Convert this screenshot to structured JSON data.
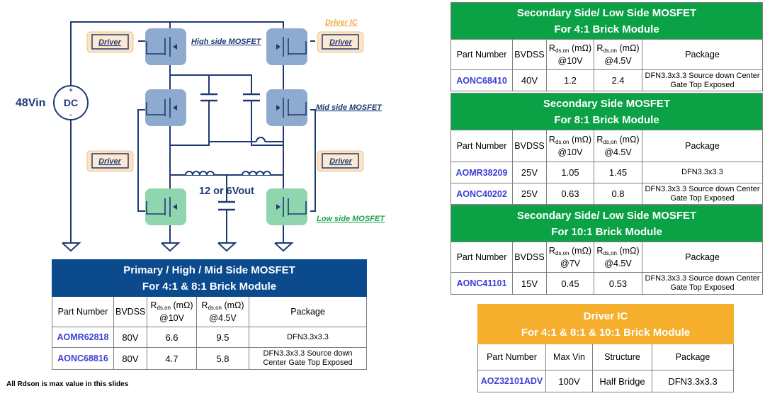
{
  "schematic": {
    "vin_label": "48Vin",
    "source_label": "DC",
    "plus": "+",
    "minus": "-",
    "driver_label": "Driver",
    "driver_ic_label": "Driver IC",
    "high_side_label": "High side MOSFET",
    "mid_side_label": "Mid side MOSFET",
    "low_side_label": "Low side MOSFET",
    "vout_label": "12 or 6Vout",
    "colors": {
      "wire": "#1f3b73",
      "blue_fet": "#8faacf",
      "green_fet": "#8fd5ae",
      "driver_fill": "#fbe3c8",
      "driver_text": "#1f3b73",
      "label_blue": "#1f3b73",
      "label_green": "#1aa34a",
      "label_orange": "#f2a940"
    }
  },
  "table_primary": {
    "title_line1": "Primary / High / Mid Side MOSFET",
    "title_line2": "For 4:1 & 8:1 Brick Module",
    "col_part": "Part Number",
    "col_bvdss": "BVDSS",
    "col_r1_unit": "(mΩ)",
    "col_r1_cond": "@10V",
    "col_r2_unit": "(mΩ)",
    "col_r2_cond": "@4.5V",
    "col_pkg": "Package",
    "rows": [
      {
        "part": "AOMR62818",
        "bvdss": "80V",
        "r1": "6.6",
        "r2": "9.5",
        "pkg": "DFN3.3x3.3"
      },
      {
        "part": "AONC68816",
        "bvdss": "80V",
        "r1": "4.7",
        "r2": "5.8",
        "pkg": "DFN3.3x3.3 Source down Center Gate Top Exposed"
      }
    ]
  },
  "table_sec_41": {
    "title_line1": "Secondary Side/ Low Side MOSFET",
    "title_line2": "For 4:1 Brick Module",
    "col_part": "Part Number",
    "col_bvdss": "BVDSS",
    "col_r1_unit": "(mΩ)",
    "col_r1_cond": "@10V",
    "col_r2_unit": "(mΩ)",
    "col_r2_cond": "@4.5V",
    "col_pkg": "Package",
    "rows": [
      {
        "part": "AONC68410",
        "bvdss": "40V",
        "r1": "1.2",
        "r2": "2.4",
        "pkg": "DFN3.3x3.3 Source down Center Gate Top Exposed"
      }
    ]
  },
  "table_sec_81": {
    "title_line1": "Secondary Side MOSFET",
    "title_line2": "For 8:1 Brick Module",
    "col_part": "Part Number",
    "col_bvdss": "BVDSS",
    "col_r1_unit": "(mΩ)",
    "col_r1_cond": "@10V",
    "col_r2_unit": "(mΩ)",
    "col_r2_cond": "@4.5V",
    "col_pkg": "Package",
    "rows": [
      {
        "part": "AOMR38209",
        "bvdss": "25V",
        "r1": "1.05",
        "r2": "1.45",
        "pkg": "DFN3.3x3.3"
      },
      {
        "part": "AONC40202",
        "bvdss": "25V",
        "r1": "0.63",
        "r2": "0.8",
        "pkg": "DFN3.3x3.3 Source down Center Gate Top Exposed"
      }
    ]
  },
  "table_sec_101": {
    "title_line1": "Secondary Side/ Low Side MOSFET",
    "title_line2": "For 10:1 Brick Module",
    "col_part": "Part Number",
    "col_bvdss": "BVDSS",
    "col_r1_unit": "(mΩ)",
    "col_r1_cond": "@7V",
    "col_r2_unit": "(mΩ)",
    "col_r2_cond": "@4.5V",
    "col_pkg": "Package",
    "rows": [
      {
        "part": "AONC41101",
        "bvdss": "15V",
        "r1": "0.45",
        "r2": "0.53",
        "pkg": "DFN3.3x3.3 Source down Center Gate Top Exposed"
      }
    ]
  },
  "table_driver": {
    "title_line1": "Driver IC",
    "title_line2": "For 4:1 & 8:1 & 10:1 Brick Module",
    "col_part": "Part Number",
    "col_vin": "Max Vin",
    "col_struct": "Structure",
    "col_pkg": "Package",
    "rows": [
      {
        "part": "AOZ32101ADV",
        "vin": "100V",
        "struct": "Half Bridge",
        "pkg": "DFN3.3x3.3"
      }
    ]
  },
  "rds_sym": "R",
  "rds_sub": "ds,on",
  "footnote": "All Rdson is max value in this slides"
}
